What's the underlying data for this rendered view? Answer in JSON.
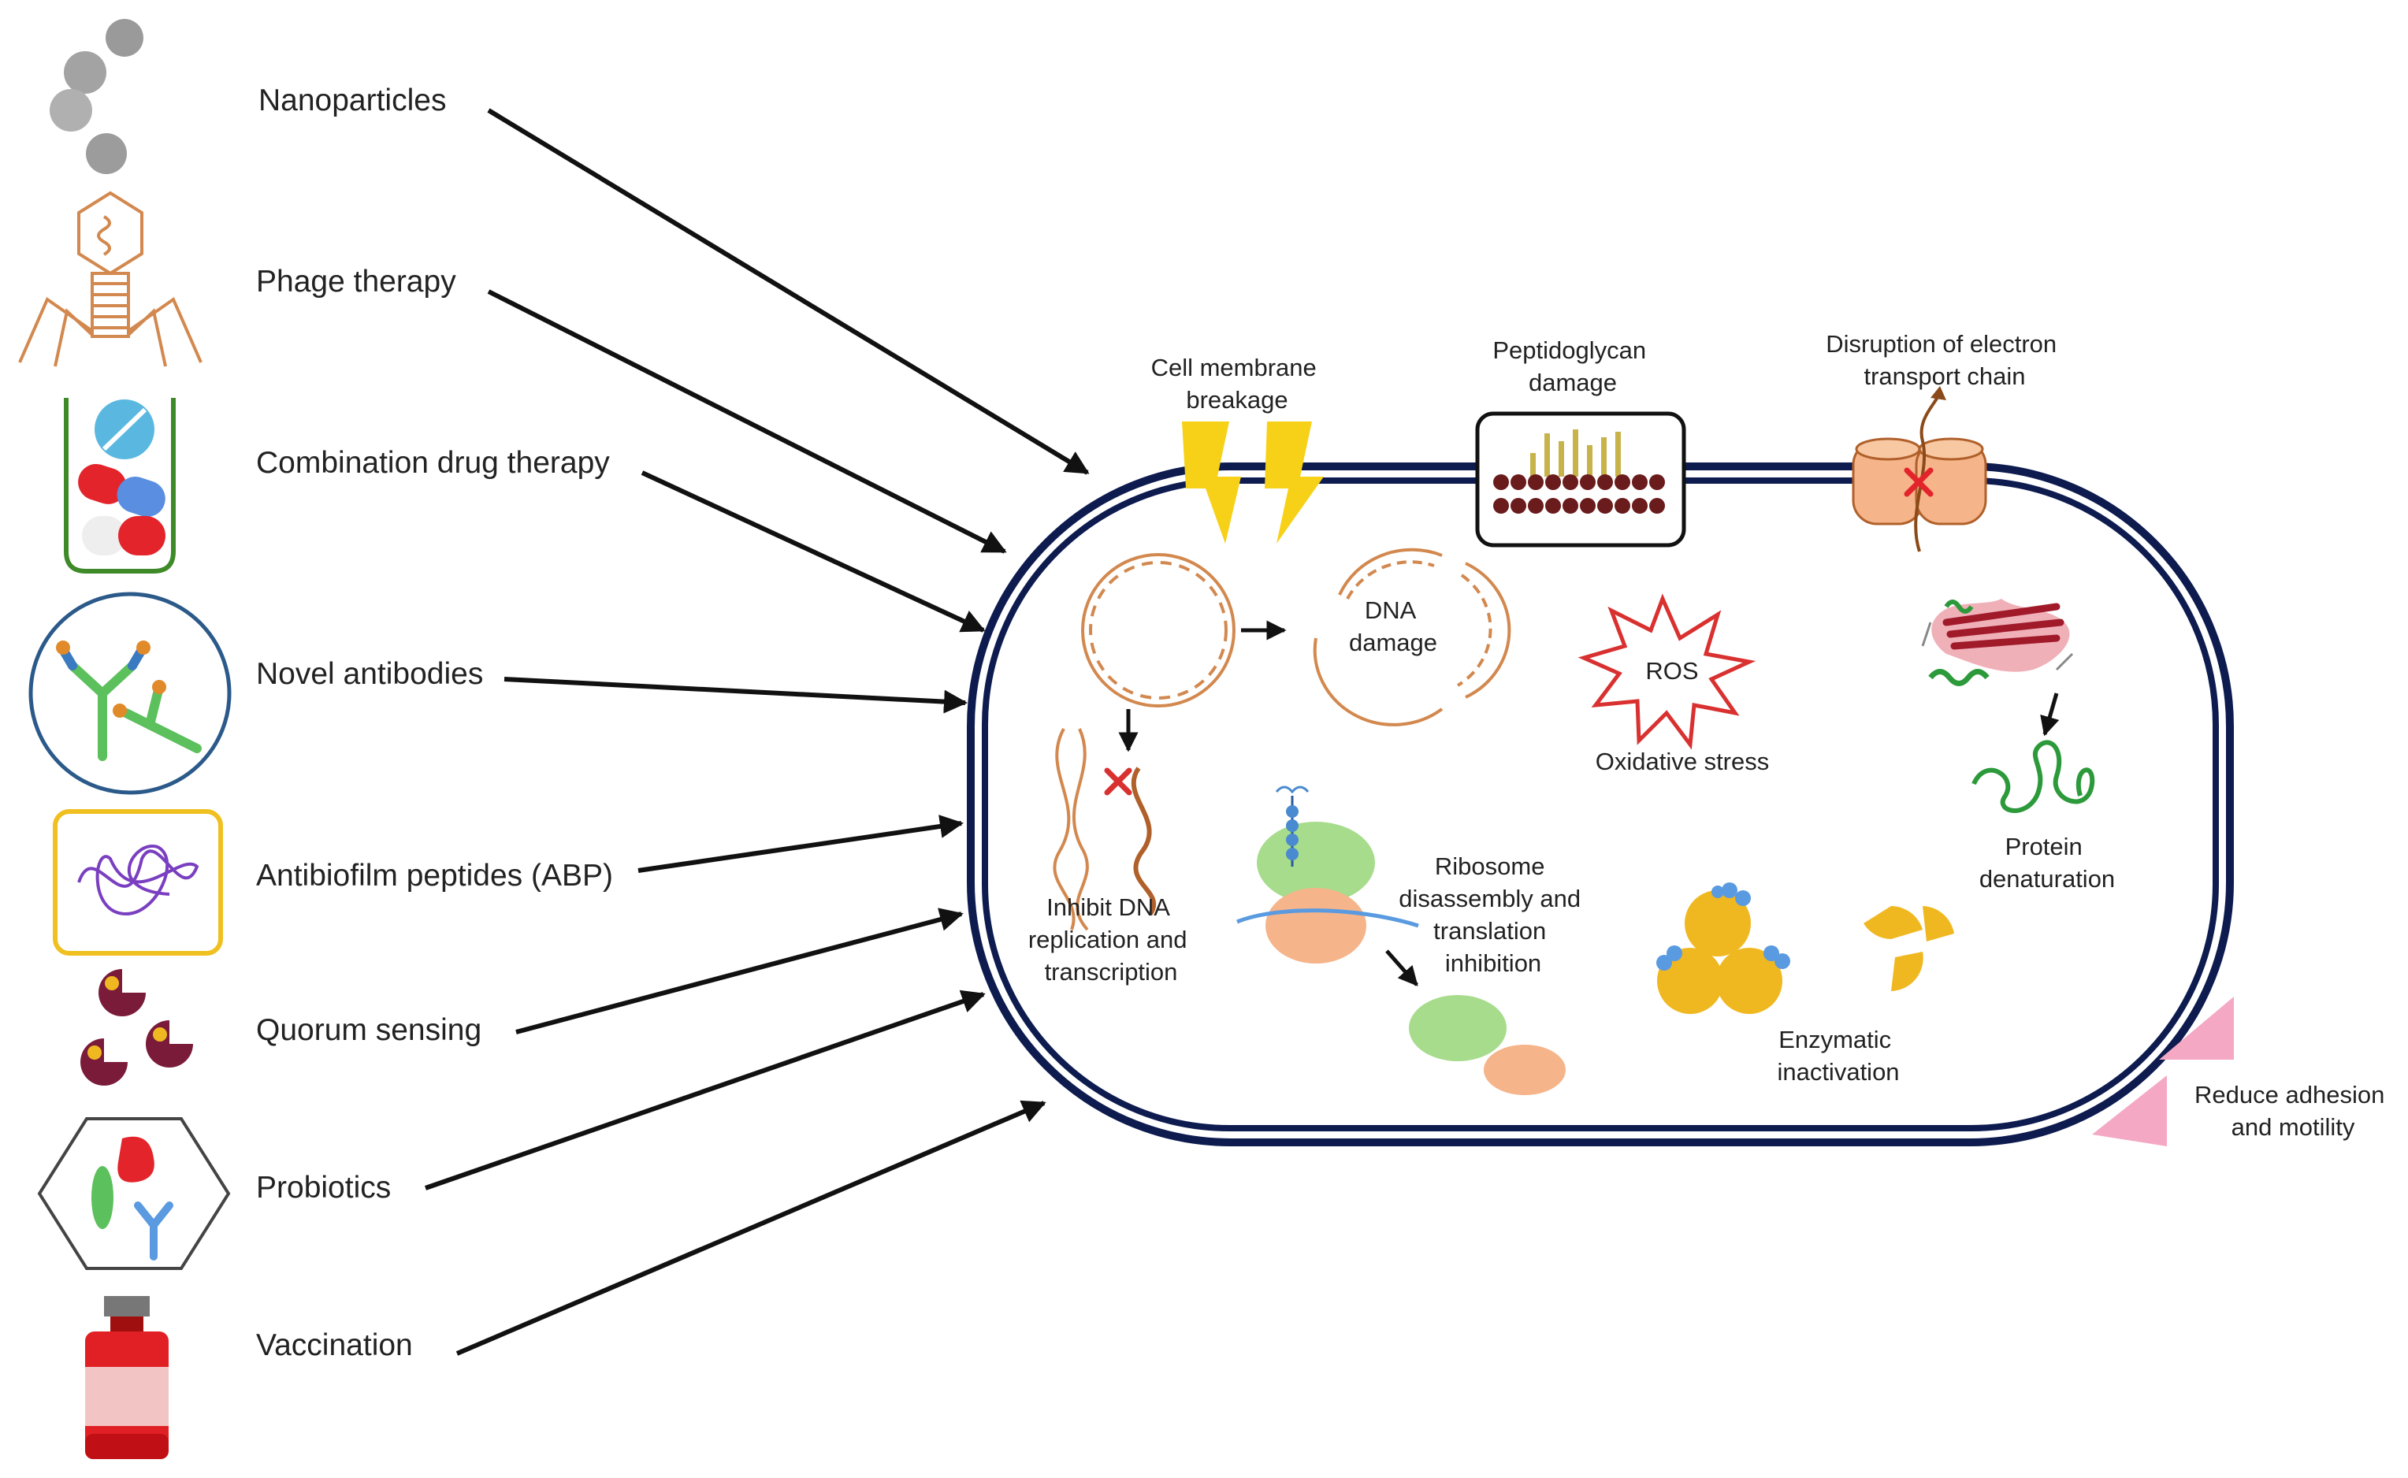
{
  "strategies": [
    {
      "label": "Nanoparticles",
      "icon": "nanoparticles-icon"
    },
    {
      "label": "Phage therapy",
      "icon": "phage-icon"
    },
    {
      "label": "Combination drug therapy",
      "icon": "pills-icon"
    },
    {
      "label": "Novel antibodies",
      "icon": "antibody-icon"
    },
    {
      "label": "Antibiofilm peptides (ABP)",
      "icon": "peptide-icon"
    },
    {
      "label": "Quorum sensing",
      "icon": "quorum-sensing-icon"
    },
    {
      "label": "Probiotics",
      "icon": "probiotics-icon"
    },
    {
      "label": "Vaccination",
      "icon": "vaccine-vial-icon"
    }
  ],
  "mechanisms": {
    "membrane": [
      "Cell membrane",
      "breakage"
    ],
    "peptidoglycan": [
      "Peptidoglycan",
      "damage"
    ],
    "electron": [
      "Disruption of electron",
      "transport chain"
    ],
    "dna_damage": [
      "DNA",
      "damage"
    ],
    "ros_symbol": "ROS",
    "oxidative": "Oxidative stress",
    "protein": [
      "Protein",
      "denaturation"
    ],
    "inhibit_dna": [
      "Inhibit DNA",
      "replication and",
      "transcription"
    ],
    "ribosome": [
      "Ribosome",
      "disassembly and",
      "translation",
      "inhibition"
    ],
    "enzymatic": [
      "Enzymatic",
      "inactivation"
    ],
    "adhesion": [
      "Reduce adhesion",
      "and motility"
    ]
  },
  "colors": {
    "cell_wall": "#0d1b4f",
    "arrow": "#111111",
    "lightning": "#f7d117",
    "dna": "#d2884e",
    "ros": "#d93030",
    "ribosome_large": "#a6dc8c",
    "ribosome_small": "#f5b48a",
    "enzyme": "#f0b820",
    "protein_coil": "#2c9a3a",
    "pili": "#f4a8c4",
    "inhibit_x": "#d93030"
  }
}
